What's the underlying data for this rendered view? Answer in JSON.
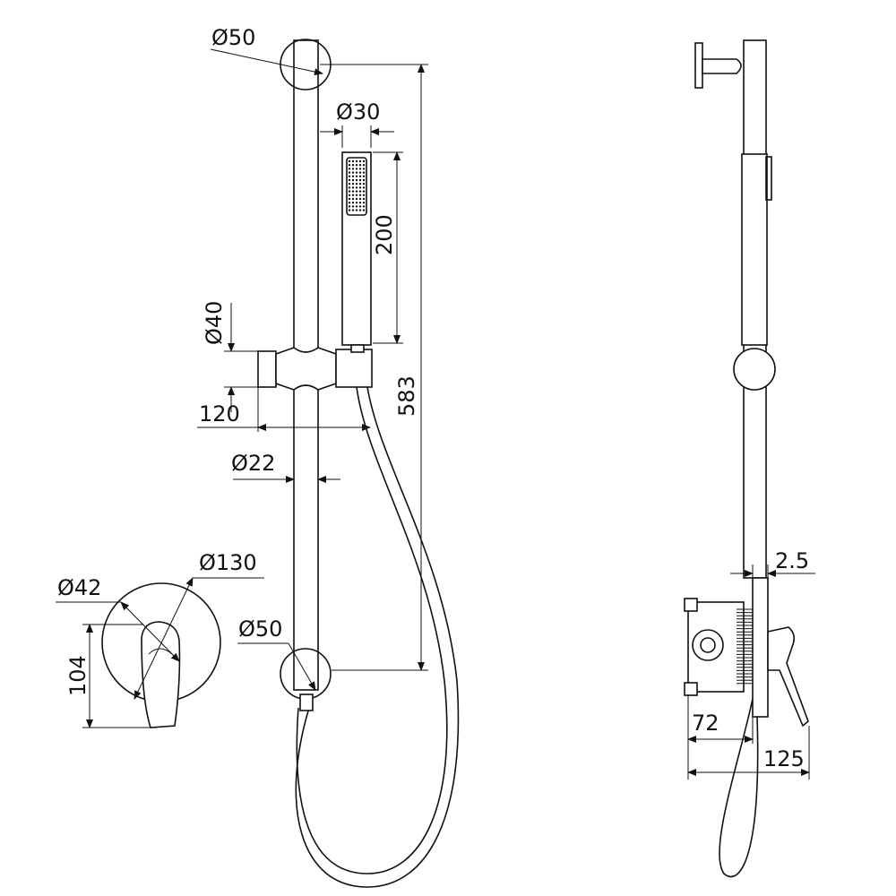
{
  "front_view": {
    "top_bracket_dia": "Ø50",
    "handshower_dia": "Ø30",
    "handshower_length": "200",
    "holder_dia": "Ø40",
    "holder_depth": "120",
    "rail_length": "583",
    "rail_dia": "Ø22",
    "plate_dia": "Ø130",
    "handle_dia": "Ø42",
    "plate_height": "104",
    "bottom_bracket_dia": "Ø50"
  },
  "side_view": {
    "plate_thickness": "2.5",
    "body_depth": "72",
    "total_depth": "125"
  }
}
